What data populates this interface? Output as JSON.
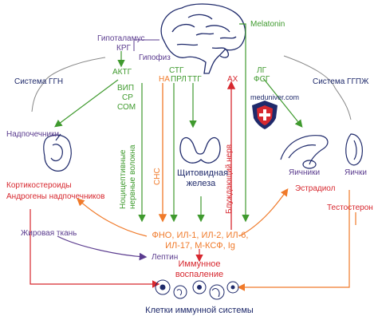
{
  "colors": {
    "purple": "#5b3c8f",
    "green": "#3f9a2e",
    "orange": "#f07a2a",
    "red": "#d7282f",
    "navy": "#1f2a6b",
    "gray": "#777777"
  },
  "labels": {
    "melatonin": "Melatonin",
    "hypothalamus": "Гипоталамус",
    "krg": "КРГ",
    "hypophysis": "Гипофиз",
    "aktg": "АКТГ",
    "stg": "СТГ",
    "na": "НА",
    "prl": "ПРЛ",
    "ttg": "ТТГ",
    "ah": "АХ",
    "lg": "ЛГ",
    "fsg": "ФСГ",
    "vip": "ВИП",
    "sr": "СР",
    "som": "СОМ",
    "system_ggn": "Система ГГН",
    "system_ggpzh": "Система ГГПЖ",
    "site": "meduniver.com",
    "adrenals": "Надпочечники",
    "nociceptive": "Ноцицептивные",
    "nerve_fibers": "нервные волокна",
    "sns": "СНС",
    "vagus": "Блуждающий нерв",
    "thyroid_line1": "Щитовидная",
    "thyroid_line2": "железа",
    "ovaries": "Яичники",
    "testes": "Яички",
    "corticosteroids": "Кортикостероиды",
    "adrenal_androgens": "Андрогены надпочечников",
    "estradiol": "Эстрадиол",
    "testosterone": "Тестостерон",
    "adipose": "Жировая ткань",
    "cytokines_line1": "ФНО, ИЛ-1, ИЛ-2, ИЛ-6,",
    "cytokines_line2": "ИЛ-17, М-КСФ, Ig",
    "leptin": "Лептин",
    "inflammation_line1": "Иммунное",
    "inflammation_line2": "воспаление",
    "immune_cells": "Клетки иммунной системы"
  }
}
